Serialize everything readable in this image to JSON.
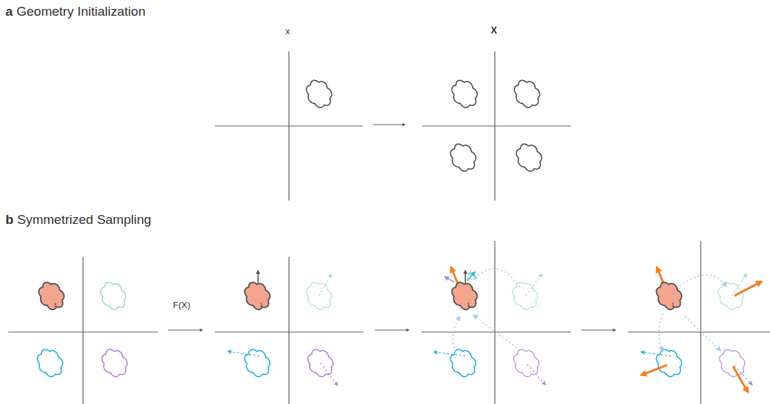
{
  "diagram": {
    "nodes": [
      {
        "text": [
          "i"
        ]
      },
      {
        "text": [
          "i"
        ]
      },
      {
        "text": [
          "i"
        ]
      },
      {
        "text": [
          "i"
        ]
      }
    ],
    "labels": [
      "a",
      "Geometry Initialization",
      "x",
      "X",
      "b",
      "Symmetrized Sampling",
      "F(X)"
    ]
  }
}
